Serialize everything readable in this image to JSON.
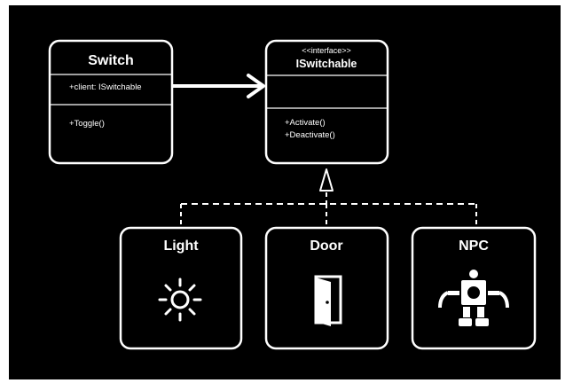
{
  "colors": {
    "background": "#000000",
    "foreground": "#ffffff",
    "page": "#ffffff"
  },
  "classes": {
    "switch": {
      "name": "Switch",
      "attribute": "+client: ISwitchable",
      "method": "+Toggle()"
    },
    "iswitchable": {
      "stereotype": "<<interface>>",
      "name": "ISwitchable",
      "methods": [
        "+Activate()",
        "+Deactivate()"
      ]
    },
    "implementations": [
      {
        "name": "Light",
        "icon": "sun-icon"
      },
      {
        "name": "Door",
        "icon": "door-icon"
      },
      {
        "name": "NPC",
        "icon": "robot-icon"
      }
    ]
  },
  "relationships": [
    {
      "from": "Switch",
      "to": "ISwitchable",
      "type": "association"
    },
    {
      "from": "Light",
      "to": "ISwitchable",
      "type": "realization"
    },
    {
      "from": "Door",
      "to": "ISwitchable",
      "type": "realization"
    },
    {
      "from": "NPC",
      "to": "ISwitchable",
      "type": "realization"
    }
  ]
}
